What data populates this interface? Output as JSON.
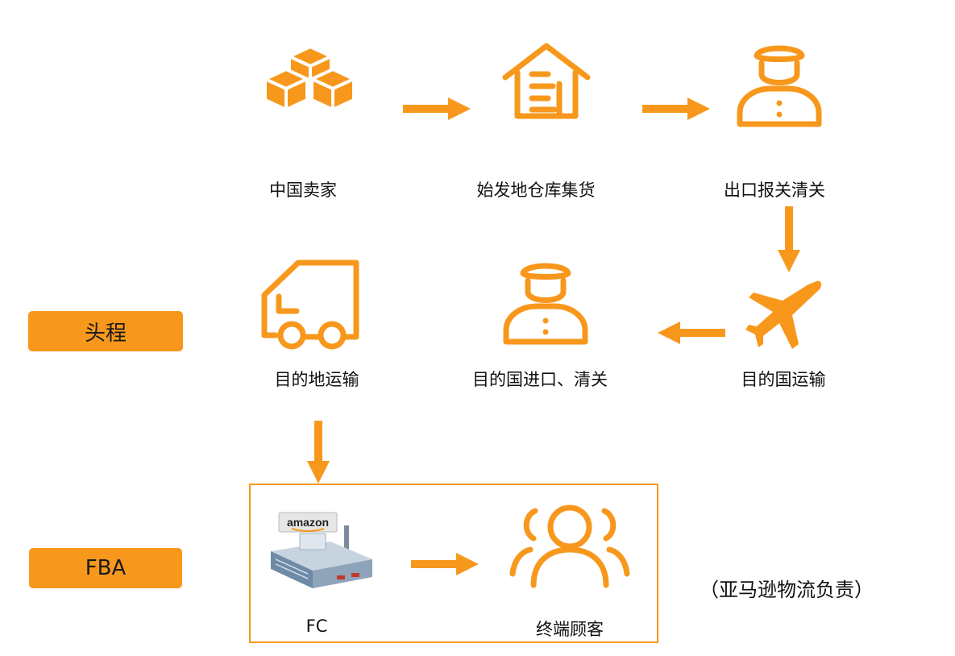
{
  "colors": {
    "accent": "#f7981d",
    "text": "#111111"
  },
  "steps": [
    {
      "label": "中国卖家",
      "icon": "boxes-icon"
    },
    {
      "label": "始发地仓库集货",
      "icon": "warehouse-icon"
    },
    {
      "label": "出口报关清关",
      "icon": "customs-officer-icon"
    },
    {
      "label": "目的国运输",
      "icon": "airplane-icon"
    },
    {
      "label": "目的国进口、清关",
      "icon": "customs-officer-icon"
    },
    {
      "label": "目的地运输",
      "icon": "truck-icon"
    }
  ],
  "fba": {
    "fc_label": "FC",
    "fc_sign": "amazon",
    "customer_label": "终端顾客",
    "note": "（亚马逊物流负责）"
  },
  "sections": {
    "first_leg": "头程",
    "fba": "FBA"
  }
}
